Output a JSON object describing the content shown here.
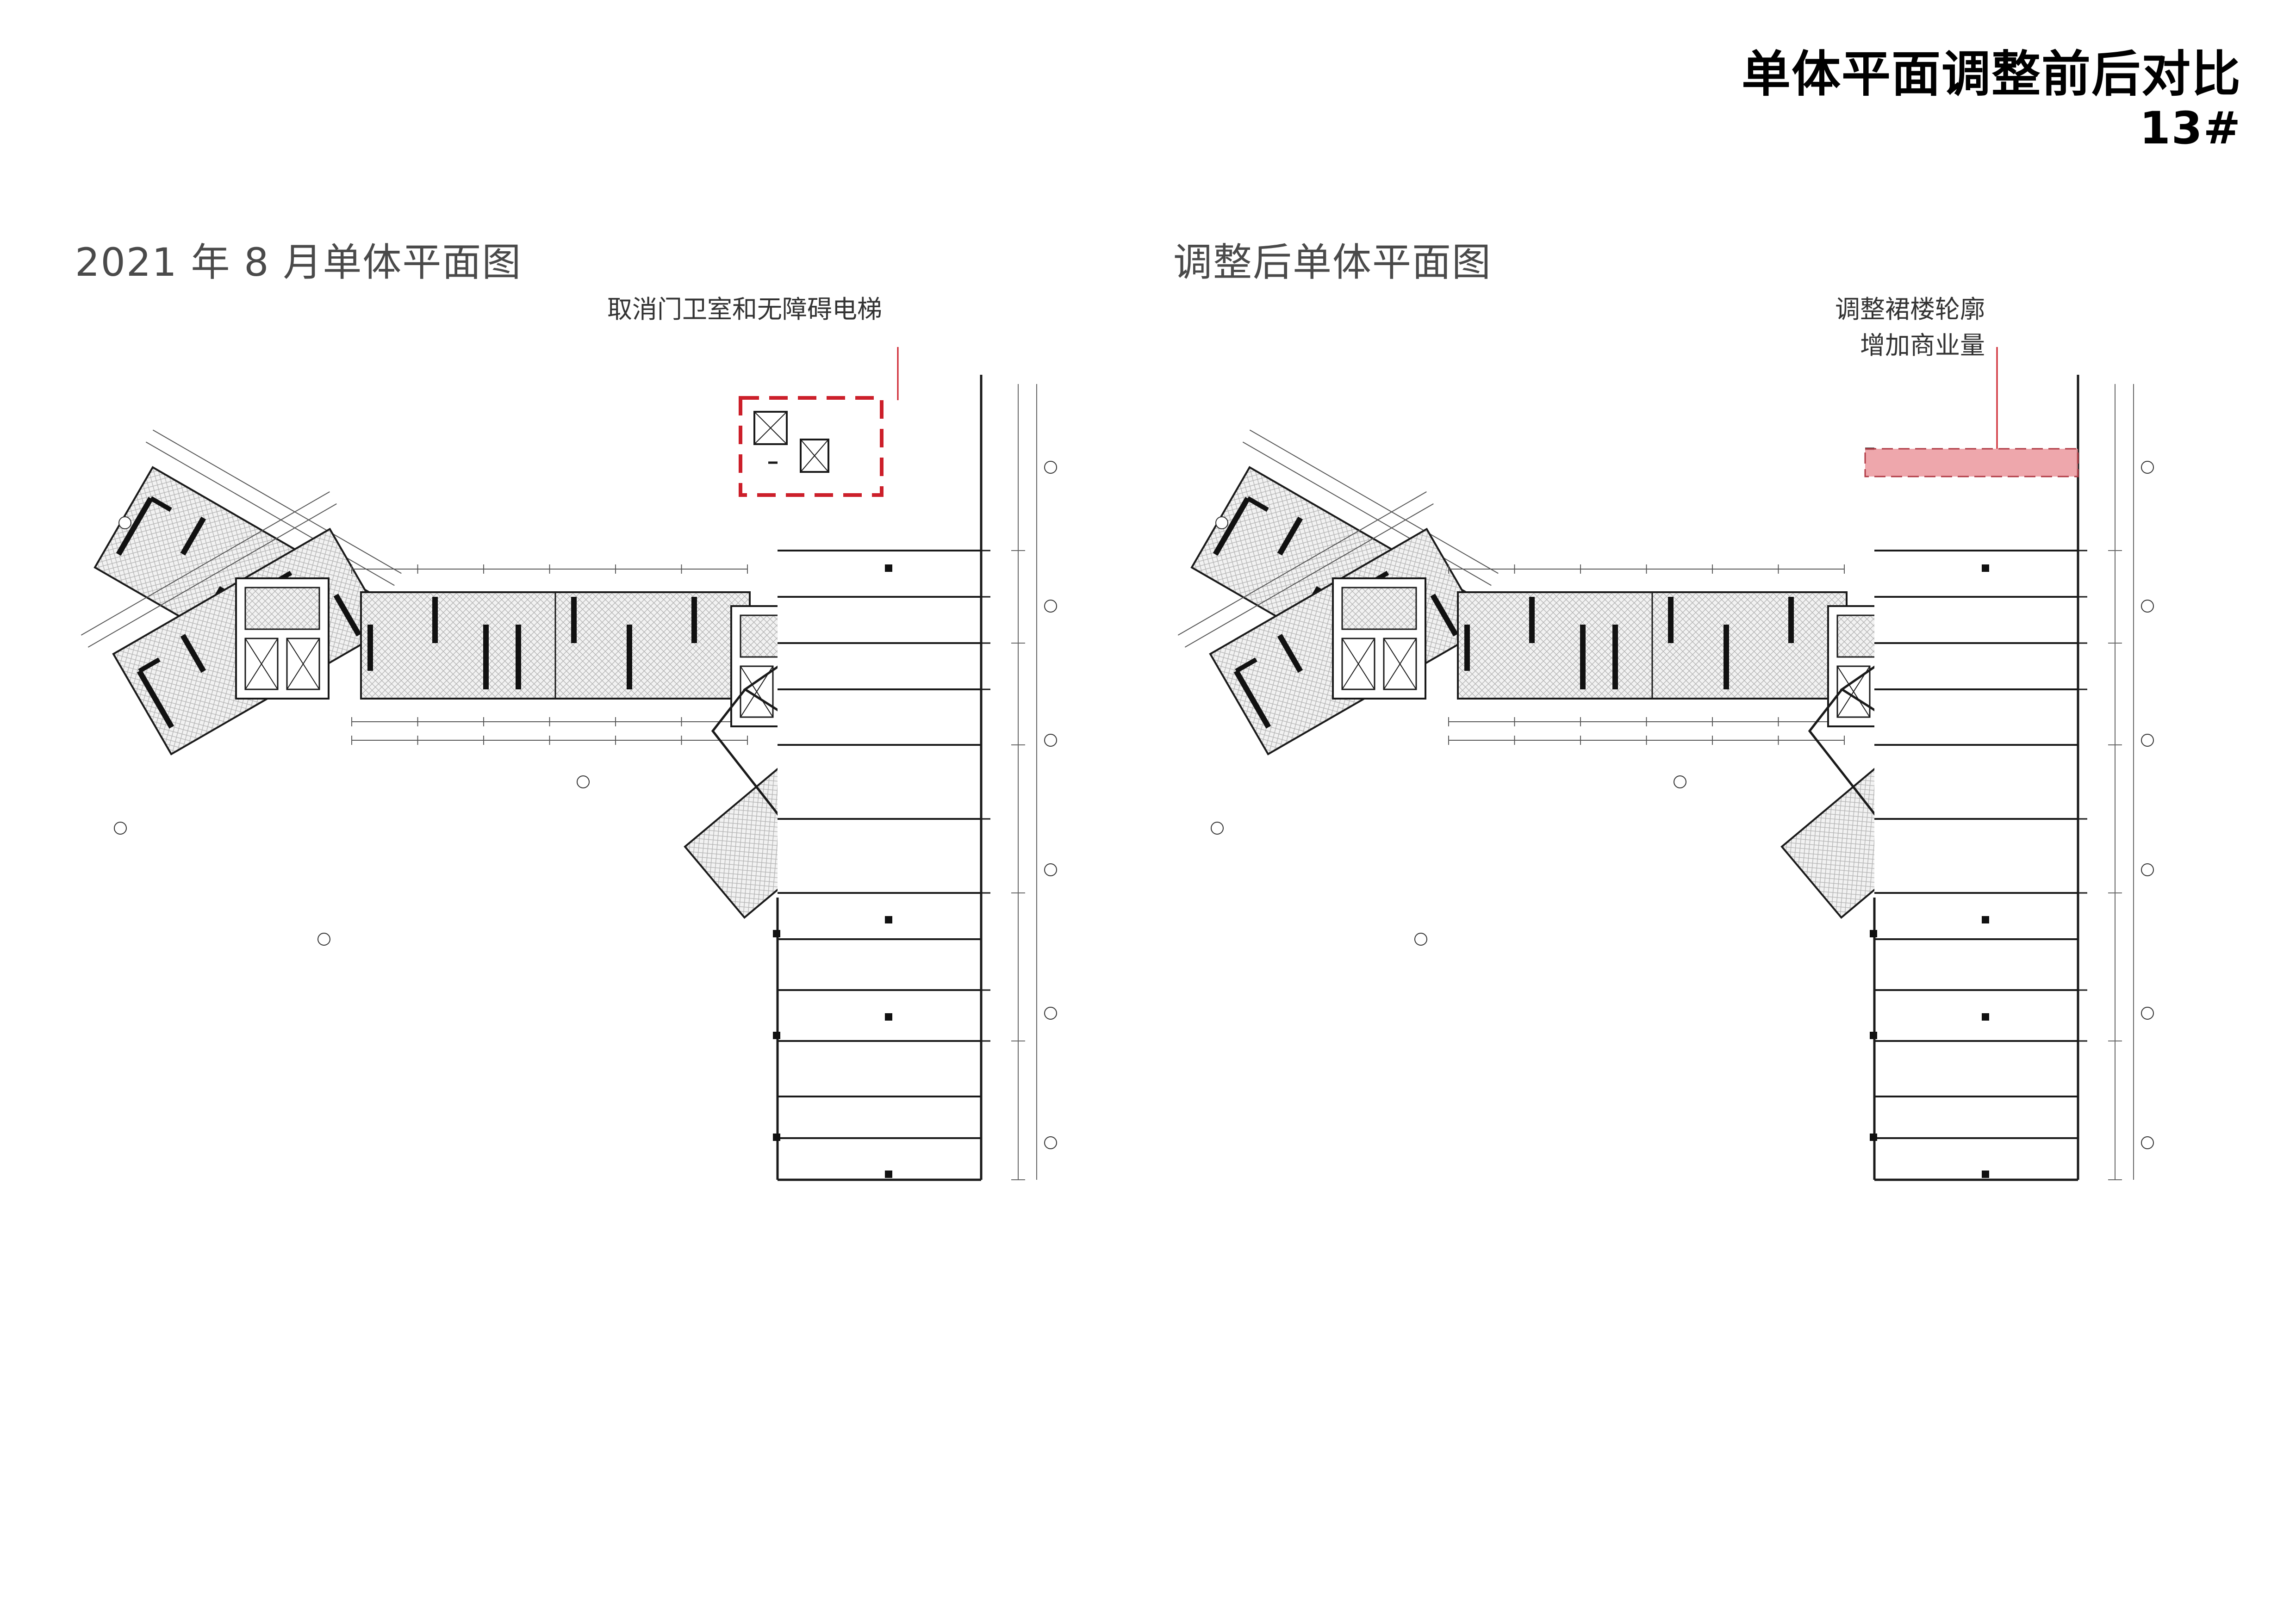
{
  "header": {
    "title": "单体平面调整前后对比",
    "building": "13#"
  },
  "left_panel": {
    "title": "2021 年 8 月单体平面图",
    "note": "取消门卫室和无障碍电梯",
    "highlight_color": "#cc1f2a"
  },
  "right_panel": {
    "title": "调整后单体平面图",
    "note_line1": "调整裙楼轮廓",
    "note_line2": "增加商业量",
    "highlight_color": "#e88a90"
  },
  "drawing": {
    "line_color": "#1a1a1a",
    "hatch_color": "#b5b5b5"
  }
}
